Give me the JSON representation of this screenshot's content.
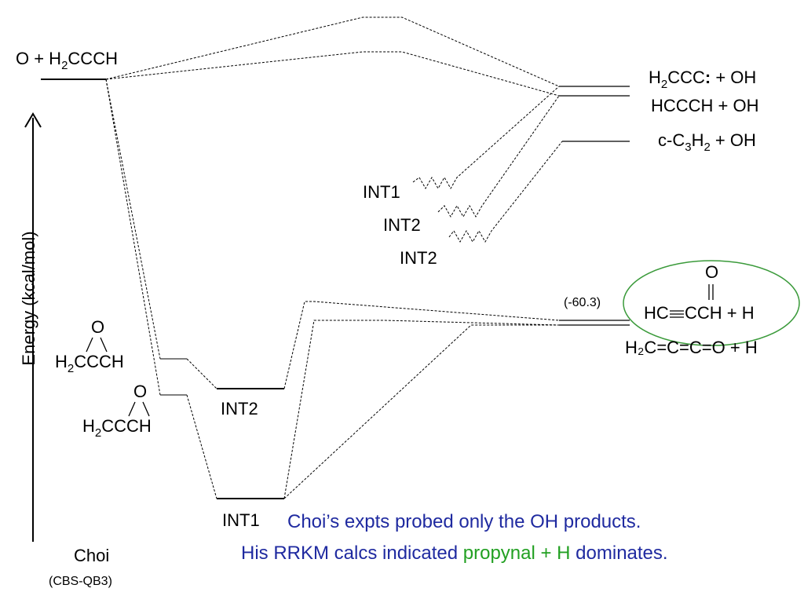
{
  "reactant": {
    "parts": [
      "O + H",
      "2",
      "CCCH"
    ]
  },
  "axis": {
    "label": "Energy (kcal/mol)"
  },
  "epoxides": {
    "upper": {
      "o": "O",
      "chain": [
        "H",
        "2",
        "CCCH"
      ]
    },
    "lower": {
      "o": "O",
      "chain": [
        "H",
        "2",
        "CCCH"
      ]
    }
  },
  "intermediates": {
    "int2": "INT2",
    "int1": "INT1"
  },
  "wavy_labels": [
    "INT1",
    "INT2",
    "INT2"
  ],
  "products": {
    "h2ccc": {
      "parts": [
        "H",
        "2",
        "CCC",
        ":",
        " + OH"
      ]
    },
    "hccch": "HCCCH + OH",
    "cc3h2": {
      "parts": [
        "c-C",
        "3",
        "H",
        "2",
        " + OH"
      ]
    },
    "propynal": {
      "o": "O",
      "hc": "HC",
      "rest": "CCH + H"
    },
    "propadienone": "H₂C=C=C=O + H",
    "energy_value": "(-60.3)"
  },
  "footer": {
    "author": "Choi",
    "method": "(CBS-QB3)"
  },
  "caption": {
    "line1": "Choi’s expts probed only the OH products.",
    "line2_a": "His RRKM calcs indicated ",
    "line2_b": "propynal + H",
    "line2_c": " dominates."
  },
  "colors": {
    "caption_blue": "#1f2aa0",
    "highlight_green": "#22a022",
    "ellipse": "#3a9a3a",
    "line": "#000000"
  }
}
